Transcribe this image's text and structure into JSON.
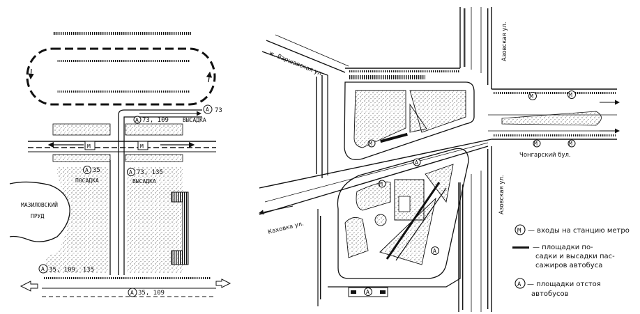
{
  "left_plan": {
    "route_top_right": "73",
    "route_upper_stop": "73, 109",
    "label_dropoff_top": "ВЫСАДКА",
    "route_left_stop": "35",
    "label_boarding": "ПОСАДКА",
    "route_right_stop": "73, 135",
    "label_dropoff_mid": "ВЫСАДКА",
    "pond_label_line1": "МАЗИЛОВСКИЙ",
    "pond_label_line2": "ПРУД",
    "route_bottom_left": "35, 109, 135",
    "route_bottom_mid": "35, 109"
  },
  "right_plan": {
    "street_varshavskaya": "ж. Варшавская ул.",
    "street_azovskaya_top": "Азовская ул.",
    "street_chongarsky": "Чонгарский бул.",
    "street_kakhovka": "Каховка ул.",
    "street_azovskaya_right": "Азовская ул."
  },
  "legend": {
    "metro_symbol": "М",
    "metro_text": "— входы на станцию метро",
    "platform_text_1": "— площадки по-",
    "platform_text_2": "садки и высадки пас-",
    "platform_text_3": "сажиров автобуса",
    "bus_symbol": "А",
    "bus_text_1": "— площадки отстоя",
    "bus_text_2": "автобусов"
  },
  "symbols": {
    "metro": "М",
    "bus": "А"
  }
}
